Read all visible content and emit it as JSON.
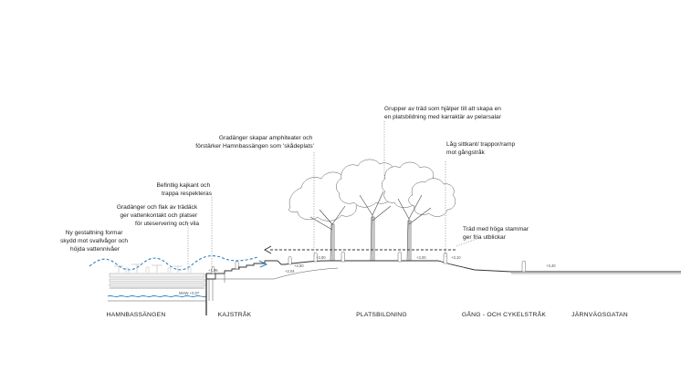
{
  "annotations": {
    "ny_gestaltning": [
      "Ny gestaltning formar",
      "skydd mot svallvågor och",
      "höjda vattennivåer"
    ],
    "gradanger_flak": [
      "Gradänger och flak av trädäck",
      "ger vattenkontakt och platser",
      "för uteservering och vila"
    ],
    "befintlig_kajkant": [
      "Befintlig kajkant och",
      "trappa respekteras"
    ],
    "gradanger_amfi": [
      "Gradänger skapar amphiteater och",
      "förstärker Hamnbassängen som 'skådeplats'"
    ],
    "grupper_trad": [
      "Grupper av träd som hjälper till att skapa en",
      "en platsbildning med karraktär av pelarsalar"
    ],
    "lag_sittkant": [
      "Låg sittkant/ trappor/ramp",
      "mot gångstråk"
    ],
    "trad_stammar": [
      "Träd med höga stammar",
      "ger fria utblickar"
    ]
  },
  "zones": {
    "hamnbassangen": "HAMNBASSÄNGEN",
    "kajstrak": "KAJSTRÅK",
    "platsbildning": "PLATSBILDNING",
    "gang_cykel": "GÅNG - OCH CYKELSTRÅK",
    "jarnvagsgatan": "JÄRNVÄGSGATAN"
  },
  "levels": {
    "mhw": "MHW +0,07",
    "kaj": "+1,95",
    "lvl204": "+2,04",
    "lvl250": "+2,50",
    "lvl280": "+2,80",
    "lvl300": "+3,00",
    "lvl310": "+3,10",
    "lvl340": "+3,40"
  }
}
